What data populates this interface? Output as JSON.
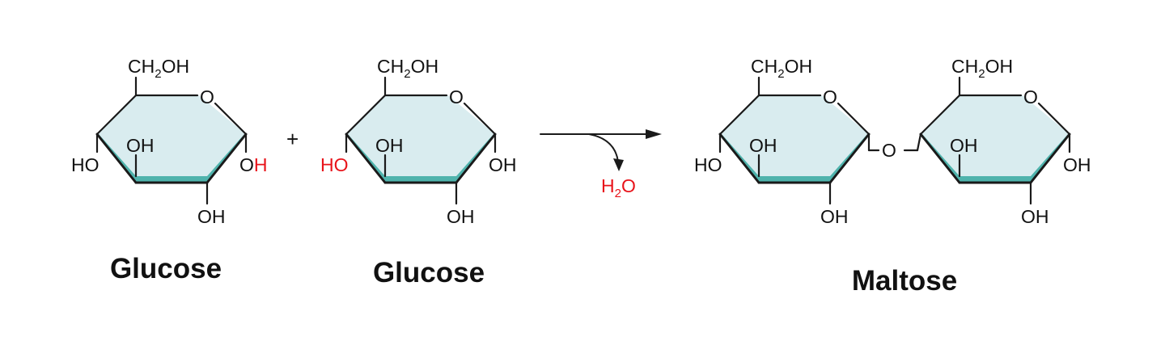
{
  "colors": {
    "ring_fill": "#d9ecef",
    "ring_edge": "#4fb3ac",
    "bond": "#1a1a1a",
    "highlight": "#e8131a"
  },
  "reaction": {
    "plus_sign": "+",
    "byproduct": {
      "main": "H",
      "sub": "2",
      "tail": "O"
    },
    "arrow_icon": "reaction-arrow-icon"
  },
  "molecules": [
    {
      "name": "Glucose"
    },
    {
      "name": "Glucose"
    },
    {
      "name": "Maltose"
    }
  ],
  "atoms": {
    "ch2oh": {
      "main": "CH",
      "sub": "2",
      "tail": "OH"
    },
    "ring_o": "O",
    "oh": "OH",
    "ho": "HO",
    "bridge_o": "O"
  }
}
